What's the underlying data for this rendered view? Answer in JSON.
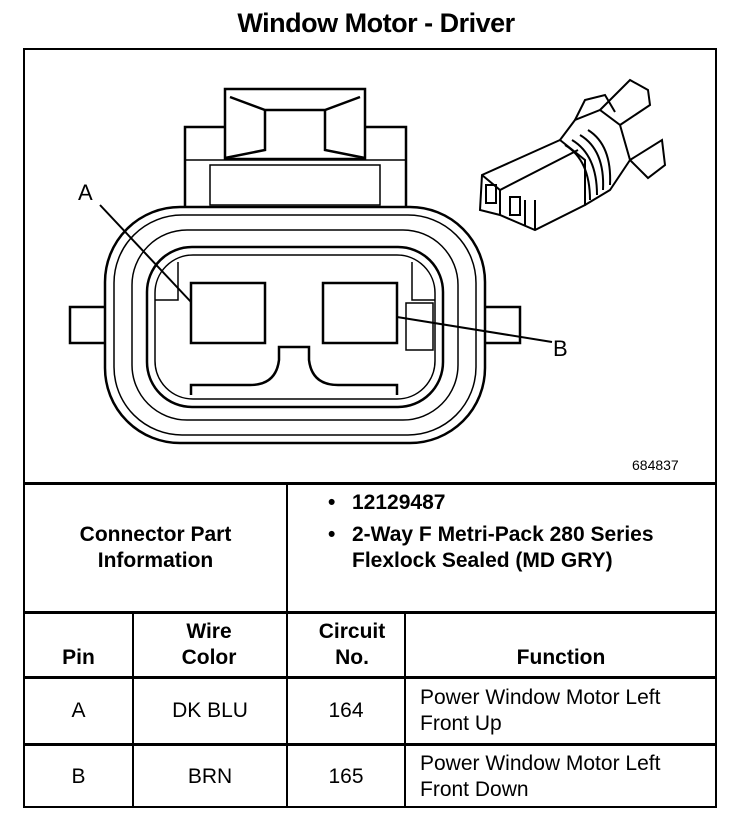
{
  "title": "Window Motor - Driver",
  "diagram": {
    "figure_number": "684837",
    "pin_labels": [
      "A",
      "B"
    ]
  },
  "connector_info": {
    "label": "Connector Part Information",
    "items": [
      "12129487",
      "2-Way F Metri-Pack 280 Series Flexlock Sealed (MD GRY)"
    ]
  },
  "table": {
    "headers": {
      "pin": "Pin",
      "wire_color": "Wire Color",
      "circuit": "Circuit No.",
      "function": "Function"
    },
    "rows": [
      {
        "pin": "A",
        "wire_color": "DK BLU",
        "circuit": "164",
        "function": "Power Window Motor Left Front Up"
      },
      {
        "pin": "B",
        "wire_color": "BRN",
        "circuit": "165",
        "function": "Power Window Motor Left Front Down"
      }
    ]
  }
}
